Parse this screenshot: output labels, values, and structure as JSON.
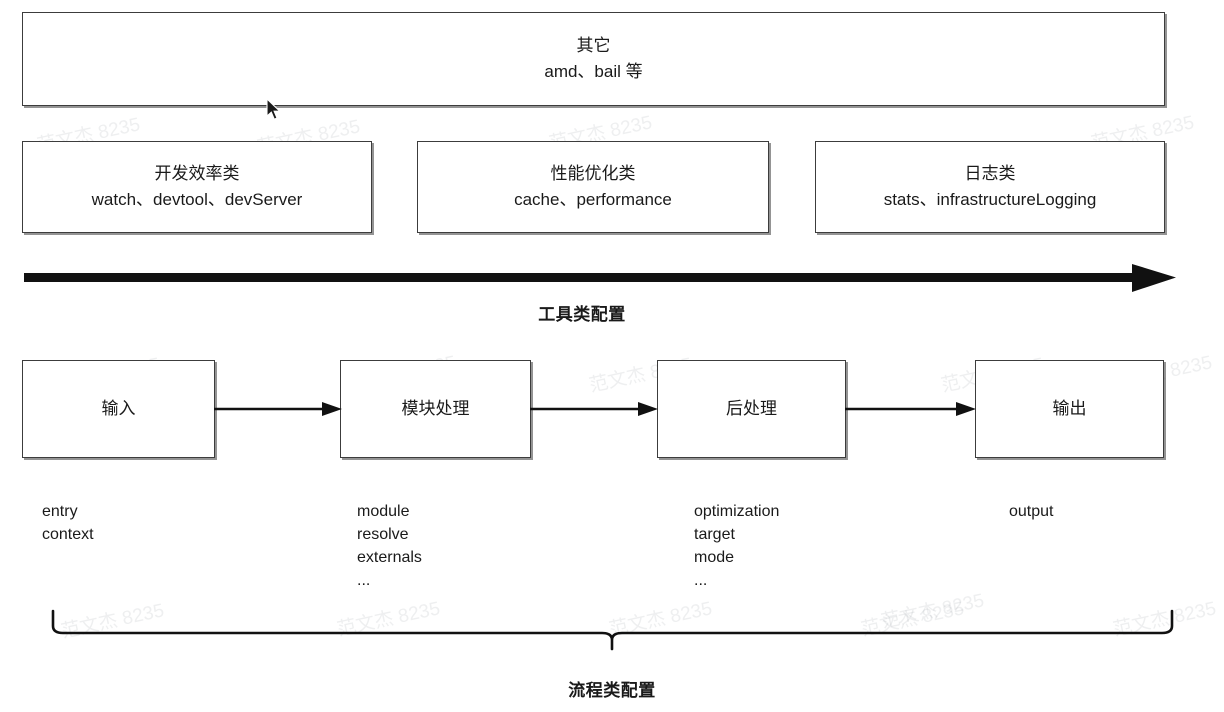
{
  "diagram": {
    "title_other": {
      "heading": "其它",
      "items": "amd、bail 等"
    },
    "categories": [
      {
        "heading": "开发效率类",
        "items": "watch、devtool、devServer"
      },
      {
        "heading": "性能优化类",
        "items": "cache、performance"
      },
      {
        "heading": "日志类",
        "items": "stats、infrastructureLogging"
      }
    ],
    "tool_arrow_label": "工具类配置",
    "flow_boxes": [
      {
        "label": "输入"
      },
      {
        "label": "模块处理"
      },
      {
        "label": "后处理"
      },
      {
        "label": "输出"
      }
    ],
    "flow_options": [
      {
        "text": "entry\ncontext"
      },
      {
        "text": "module\nresolve\nexternals\n..."
      },
      {
        "text": "optimization\ntarget\nmode\n..."
      },
      {
        "text": "output"
      }
    ],
    "flow_brace_label": "流程类配置",
    "watermark_text": "范文杰 8235",
    "colors": {
      "background": "#ffffff",
      "box_border": "#3c3c3c",
      "arrow": "#111111",
      "text": "#1a1a1a",
      "watermark": "rgba(120,130,140,0.13)"
    }
  }
}
